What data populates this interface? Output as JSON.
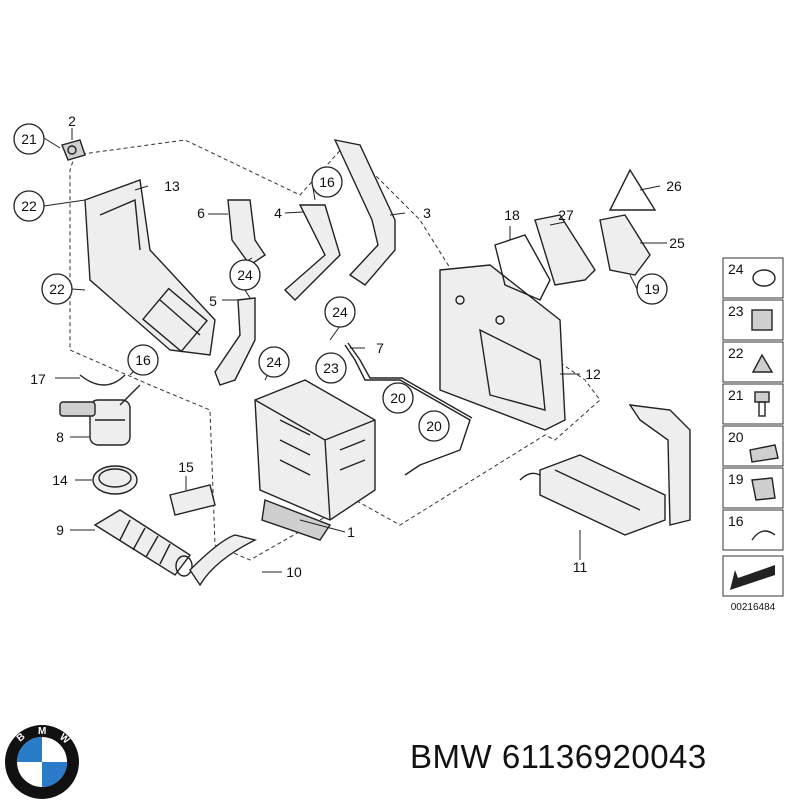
{
  "diagram": {
    "callouts_circled": [
      "21",
      "22",
      "22",
      "16",
      "24",
      "24",
      "24",
      "16",
      "23",
      "20",
      "20",
      "19"
    ],
    "labels_plain": [
      "2",
      "13",
      "6",
      "4",
      "3",
      "5",
      "17",
      "8",
      "14",
      "15",
      "9",
      "10",
      "1",
      "7",
      "18",
      "27",
      "26",
      "25",
      "12",
      "11"
    ],
    "diagram_code": "00216484"
  },
  "legend": {
    "items": [
      "24",
      "23",
      "22",
      "21",
      "20",
      "19",
      "16"
    ]
  },
  "footer": {
    "brand_part_text": "BMW 61136920043",
    "logo_letters": [
      "B",
      "M",
      "W"
    ]
  },
  "colors": {
    "line": "#222222",
    "part_fill": "#eeeeee",
    "logo_blue": "#2a7bc8",
    "logo_ring": "#111111"
  }
}
